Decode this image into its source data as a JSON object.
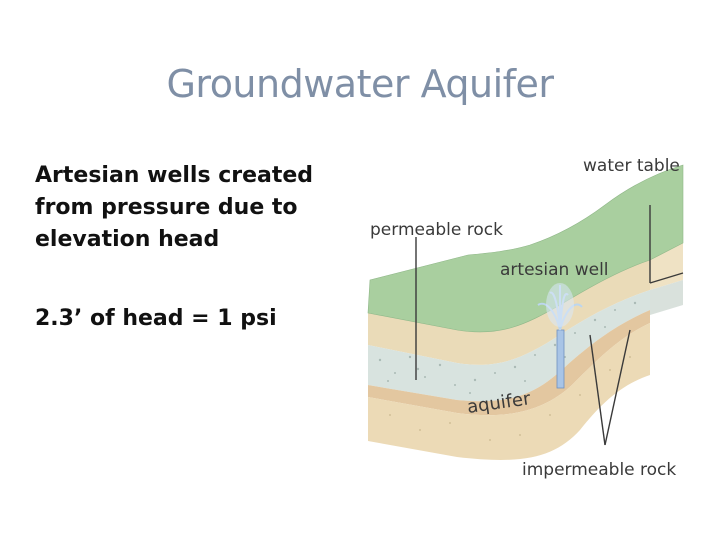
{
  "title": "Groundwater Aquifer",
  "bullets": [
    "Artesian wells created from pressure due to elevation head",
    "2.3’ of head = 1 psi"
  ],
  "diagram": {
    "labels": {
      "water_table": "water table",
      "permeable_rock": "permeable rock",
      "artesian_well": "artesian well",
      "aquifer": "aquifer",
      "impermeable_rock": "impermeable rock"
    },
    "colors": {
      "surface": "#a9cf9f",
      "soil": "#e9d7b3",
      "aquifer": "#d7e2de",
      "clay": "#e2c9a3",
      "label": "#3a3a3a"
    }
  }
}
